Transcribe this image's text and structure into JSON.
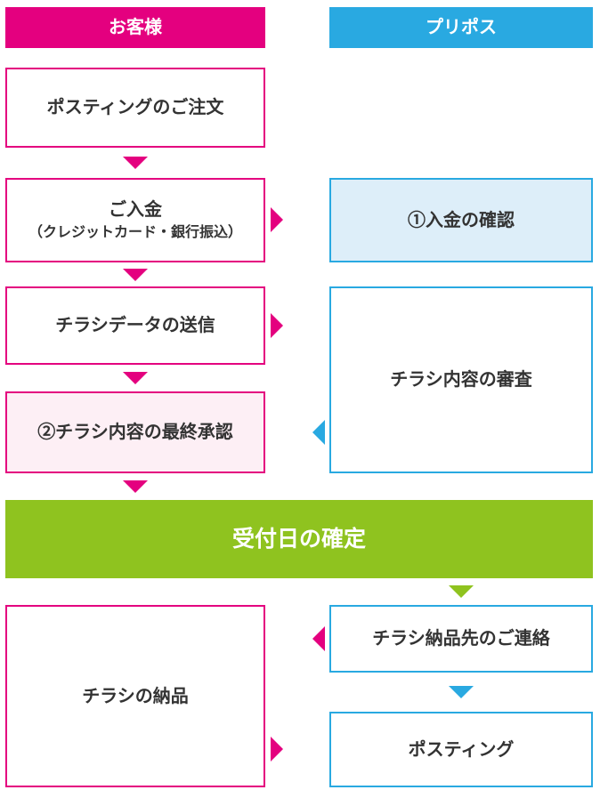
{
  "colors": {
    "customer_pink": "#e4007f",
    "pripos_blue": "#29a9e1",
    "milestone_green": "#8fc31f",
    "highlight_light_blue": "#ddeef9",
    "highlight_light_pink": "#fdeff5",
    "text": "#333333"
  },
  "headers": {
    "customer": "お客様",
    "pripos": "プリポス"
  },
  "customer_steps": [
    {
      "label": "ポスティングのご注文"
    },
    {
      "label": "ご入金",
      "sublabel": "（クレジットカード・銀行振込）"
    },
    {
      "label": "チラシデータの送信"
    },
    {
      "label": "②チラシ内容の最終承認"
    },
    {
      "label": "チラシの納品"
    }
  ],
  "pripos_steps": [
    {
      "label": "①入金の確認"
    },
    {
      "label": "チラシ内容の審査"
    },
    {
      "label": "チラシ納品先のご連絡"
    },
    {
      "label": "ポスティング"
    }
  ],
  "milestone": {
    "label": "受付日の確定"
  }
}
